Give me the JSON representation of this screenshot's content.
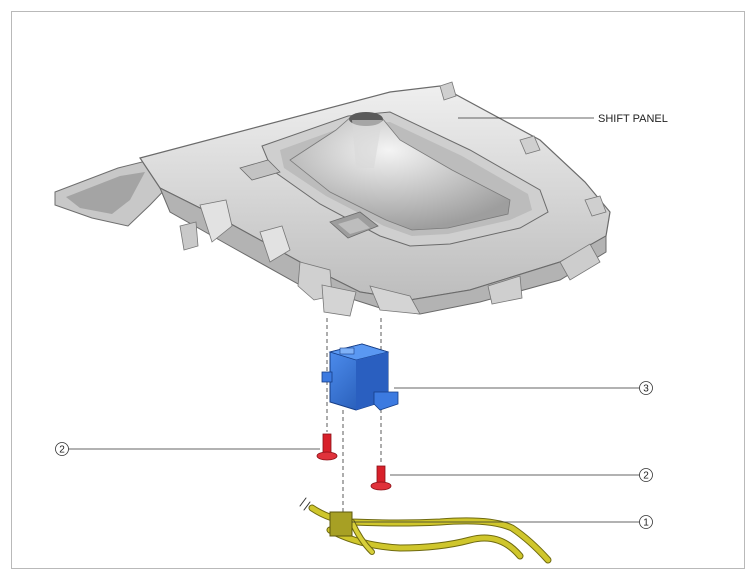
{
  "labels": {
    "shift_panel": "SHIFT PANEL",
    "callout_1": "1",
    "callout_2_left": "2",
    "callout_2_right": "2",
    "callout_3": "3"
  },
  "colors": {
    "panel_fill": "#d9d9d9",
    "panel_shadow": "#a9a9a9",
    "switch_blue": "#2f6fd1",
    "clip_red": "#d8202a",
    "harness_yellow": "#c9c22a"
  }
}
